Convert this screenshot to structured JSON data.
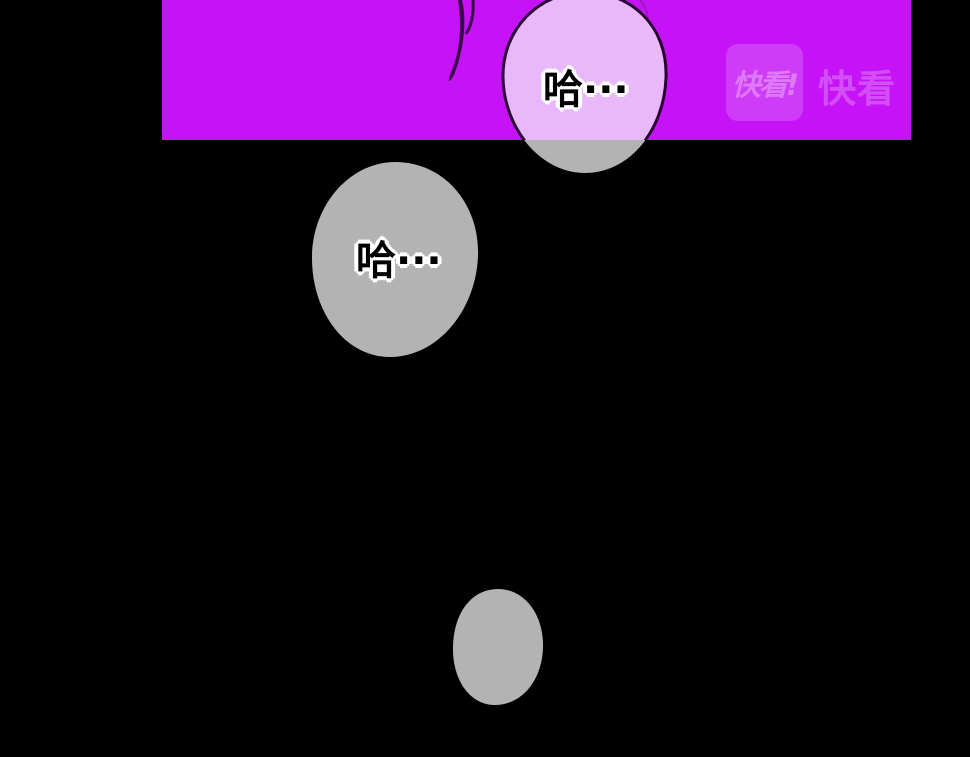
{
  "scene": {
    "background_color": "#000000",
    "panel_color": "#c512f7",
    "bubble_color": "#b3b3b3",
    "highlight_bubble_color": "#e9b8fb"
  },
  "watermark": {
    "badge_text": "快看!",
    "text": "快看"
  },
  "dialogue": [
    {
      "text": "哈···"
    },
    {
      "text": "哈···"
    }
  ]
}
